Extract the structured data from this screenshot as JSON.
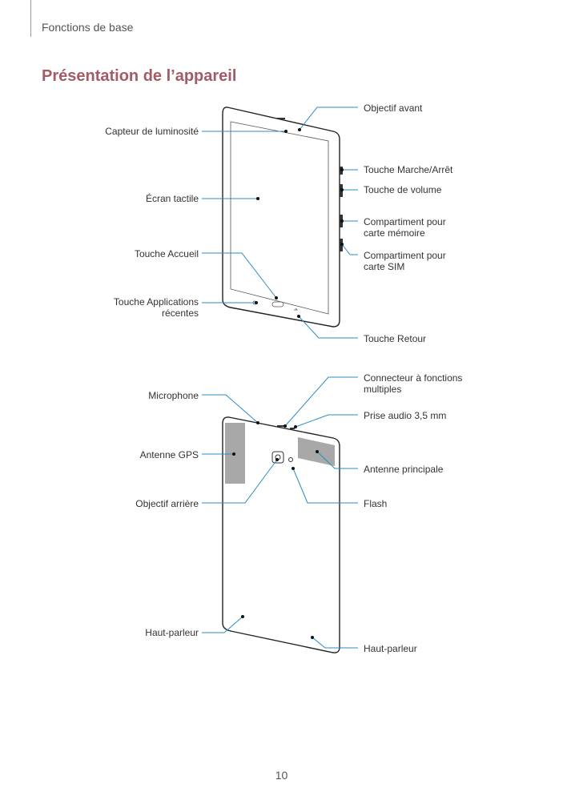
{
  "header": {
    "section": "Fonctions de base",
    "title": "Présentation de l’appareil"
  },
  "front": {
    "labels": {
      "objectif_avant": "Objectif avant",
      "capteur_luminosite": "Capteur de luminosité",
      "touche_marche": "Touche Marche/Arrêt",
      "touche_volume": "Touche de volume",
      "ecran_tactile": "Écran tactile",
      "compartiment_memoire": [
        "Compartiment pour",
        "carte mémoire"
      ],
      "touche_accueil": "Touche Accueil",
      "compartiment_sim": [
        "Compartiment pour",
        "carte SIM"
      ],
      "touche_applications": [
        "Touche Applications",
        "récentes"
      ],
      "touche_retour": "Touche Retour"
    }
  },
  "back": {
    "labels": {
      "connecteur": [
        "Connecteur à fonctions",
        "multiples"
      ],
      "microphone": "Microphone",
      "prise_audio": "Prise audio 3,5 mm",
      "antenne_gps": "Antenne GPS",
      "antenne_principale": "Antenne principale",
      "objectif_arriere": "Objectif arrière",
      "flash": "Flash",
      "haut_parleur_left": "Haut-parleur",
      "haut_parleur_right": "Haut-parleur"
    }
  },
  "colors": {
    "title": "#a35c63",
    "leader": "#2a8bc5"
  },
  "footer": {
    "page_number": "10"
  }
}
